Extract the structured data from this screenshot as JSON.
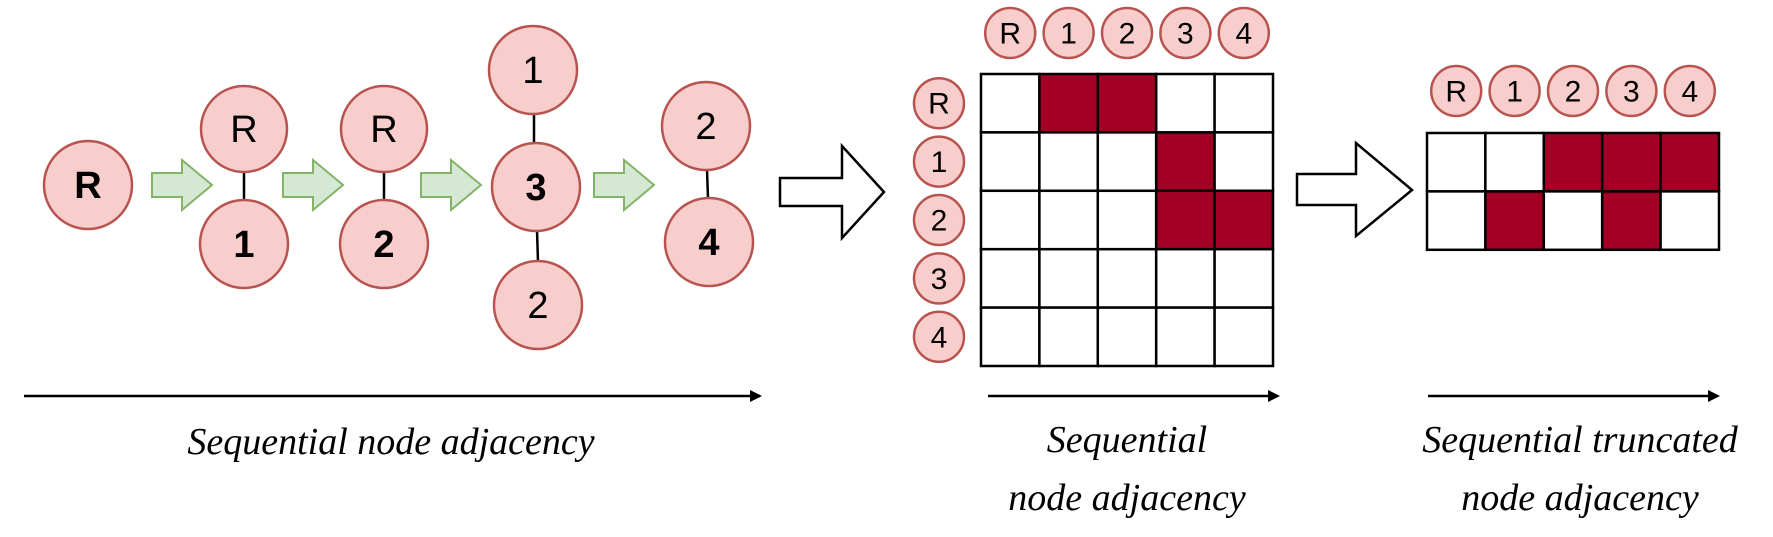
{
  "colors": {
    "node_fill": "#f8cecc",
    "node_stroke": "#b85450",
    "filled_cell": "#a20025",
    "empty_cell": "#ffffff",
    "step_arrow_fill": "#d5e8d4",
    "step_arrow_stroke": "#82b366"
  },
  "sequence": {
    "root_label": "R",
    "steps": [
      {
        "top": "R",
        "bottom": "1",
        "bottom_bold": true
      },
      {
        "top": "R",
        "bottom": "2",
        "bottom_bold": true
      },
      {
        "top": "1",
        "center": "3",
        "center_bold": true,
        "bottom": "2"
      },
      {
        "top": "2",
        "bottom": "4",
        "bottom_bold": true
      }
    ],
    "caption": "Sequential node adjacency"
  },
  "matrix": {
    "column_labels": [
      "R",
      "1",
      "2",
      "3",
      "4"
    ],
    "row_labels": [
      "R",
      "1",
      "2",
      "3",
      "4"
    ],
    "cells": [
      [
        0,
        1,
        1,
        0,
        0
      ],
      [
        0,
        0,
        0,
        1,
        0
      ],
      [
        0,
        0,
        0,
        1,
        1
      ],
      [
        0,
        0,
        0,
        0,
        0
      ],
      [
        0,
        0,
        0,
        0,
        0
      ]
    ],
    "caption_line1": "Sequential",
    "caption_line2": "node adjacency"
  },
  "truncated": {
    "column_labels": [
      "R",
      "1",
      "2",
      "3",
      "4"
    ],
    "cells": [
      [
        0,
        0,
        1,
        1,
        1
      ],
      [
        0,
        1,
        0,
        1,
        0
      ]
    ],
    "caption_line1": "Sequential truncated",
    "caption_line2": "node adjacency"
  }
}
